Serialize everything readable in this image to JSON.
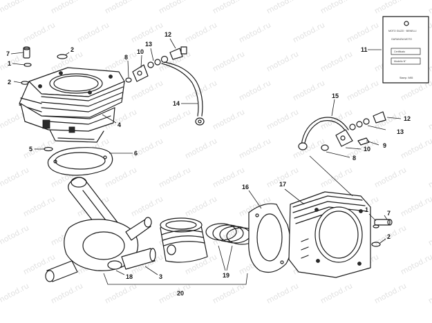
{
  "watermark": {
    "text": "motod.ru"
  },
  "callouts": {
    "c1": "1",
    "c2": "2",
    "c3": "3",
    "c4": "4",
    "c5": "5",
    "c6": "6",
    "c7": "7",
    "c8": "8",
    "c9": "9",
    "c10": "10",
    "c11": "11",
    "c12": "12",
    "c13": "13",
    "c14": "14",
    "c15": "15",
    "c16": "16",
    "c17": "17",
    "c18": "18",
    "c19": "19",
    "c20": "20"
  },
  "card": {
    "line1": "MOTO GUZZI · BENELLI",
    "line2": "GARANZIA MOTO",
    "box1": "Certificato",
    "box2": "Modello N°",
    "footer": "Stamp. 9/85"
  },
  "colors": {
    "ink": "#1a1a1a",
    "paper": "#ffffff",
    "watermark": "#c8c8c8"
  }
}
